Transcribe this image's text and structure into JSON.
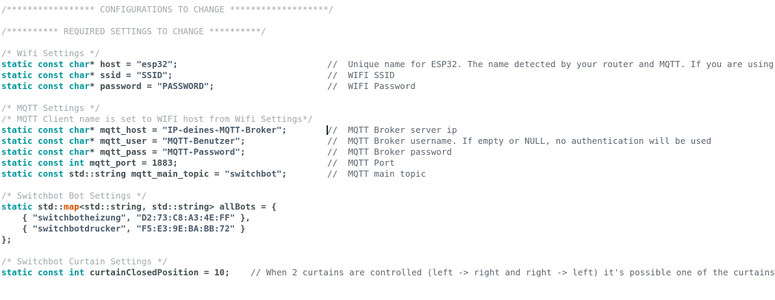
{
  "editor": {
    "language": "cpp",
    "theme": "arduino-light",
    "colors": {
      "background": "#ffffff",
      "keyword": "#00979c",
      "comment_faint": "#a0a8ac",
      "comment": "#5c6670",
      "identifier": "#434f54",
      "string": "#4a5b6b",
      "builtin": "#d35400",
      "caret": "#1d2b2c"
    },
    "caret": {
      "line_index": 12,
      "column_label": "before-comment-slashes"
    }
  },
  "lines": [
    {
      "id": "line-1",
      "kind": "comment-banner",
      "text": "/***************** CONFIGURATIONS TO CHANGE *******************/"
    },
    {
      "id": "line-2",
      "kind": "blank",
      "text": ""
    },
    {
      "id": "line-3",
      "kind": "comment-banner",
      "text": "/********** REQUIRED SETTINGS TO CHANGE **********/"
    },
    {
      "id": "line-4",
      "kind": "blank",
      "text": ""
    },
    {
      "id": "line-5",
      "kind": "comment",
      "text": "/* Wifi Settings */"
    },
    {
      "id": "line-6",
      "kind": "declaration",
      "keyword": "static const char",
      "pointer": "*",
      "name": "host",
      "operator": "=",
      "value": "\"esp32\"",
      "terminator": ";",
      "comment": "//  Unique name for ESP32. The name detected by your router and MQTT. If you are using"
    },
    {
      "id": "line-7",
      "kind": "declaration",
      "keyword": "static const char",
      "pointer": "*",
      "name": "ssid",
      "operator": "=",
      "value": "\"SSID\"",
      "terminator": ";",
      "comment": "//  WIFI SSID"
    },
    {
      "id": "line-8",
      "kind": "declaration",
      "keyword": "static const char",
      "pointer": "*",
      "name": "password",
      "operator": "=",
      "value": "\"PASSWORD\"",
      "terminator": ";",
      "comment": "//  WIFI Password"
    },
    {
      "id": "line-9",
      "kind": "blank",
      "text": ""
    },
    {
      "id": "line-10",
      "kind": "comment",
      "text": "/* MQTT Settings */"
    },
    {
      "id": "line-11",
      "kind": "comment",
      "text": "/* MQTT Client name is set to WIFI host from Wifi Settings*/"
    },
    {
      "id": "line-12",
      "kind": "declaration",
      "keyword": "static const char",
      "pointer": "*",
      "name": "mqtt_host",
      "operator": "=",
      "value": "\"IP-deines-MQTT-Broker\"",
      "terminator": ";",
      "comment": "//  MQTT Broker server ip"
    },
    {
      "id": "line-13",
      "kind": "declaration",
      "keyword": "static const char",
      "pointer": "*",
      "name": "mqtt_user",
      "operator": "=",
      "value": "\"MQTT-Benutzer\"",
      "terminator": ";",
      "comment": "//  MQTT Broker username. If empty or NULL, no authentication will be used"
    },
    {
      "id": "line-14",
      "kind": "declaration",
      "keyword": "static const char",
      "pointer": "*",
      "name": "mqtt_pass",
      "operator": "=",
      "value": "\"MQTT-Password\"",
      "terminator": ";",
      "comment": "//  MQTT Broker password"
    },
    {
      "id": "line-15",
      "kind": "declaration",
      "keyword": "static const int",
      "pointer": "",
      "name": "mqtt_port",
      "operator": "=",
      "value": "1883",
      "terminator": ";",
      "comment": "//  MQTT Port"
    },
    {
      "id": "line-16",
      "kind": "declaration-stdstring",
      "keyword": "static const",
      "type": "std::string",
      "name": "mqtt_main_topic",
      "operator": "=",
      "value": "\"switchbot\"",
      "terminator": ";",
      "comment": "//  MQTT main topic"
    },
    {
      "id": "line-17",
      "kind": "blank",
      "text": ""
    },
    {
      "id": "line-18",
      "kind": "comment",
      "text": "/* Switchbot Bot Settings */"
    },
    {
      "id": "line-19",
      "kind": "map-declaration",
      "keyword": "static",
      "namespace": "std::",
      "builtin": "map",
      "generic": "<std::string, std::string>",
      "name": "allBots",
      "operator": "=",
      "brace": "{"
    },
    {
      "id": "line-20",
      "kind": "map-entry",
      "indent": "    ",
      "open": "{ ",
      "key": "\"switchbotheizung\"",
      "sep": ", ",
      "value": "\"D2:73:C8:A3:4E:FF\"",
      "close": " },"
    },
    {
      "id": "line-21",
      "kind": "map-entry",
      "indent": "    ",
      "open": "{ ",
      "key": "\"switchbotdrucker\"",
      "sep": ", ",
      "value": "\"F5:E3:9E:BA:BB:72\"",
      "close": " }"
    },
    {
      "id": "line-22",
      "kind": "plain",
      "text": "};"
    },
    {
      "id": "line-23",
      "kind": "blank",
      "text": ""
    },
    {
      "id": "line-24",
      "kind": "comment",
      "text": "/* Switchbot Curtain Settings */"
    },
    {
      "id": "line-25",
      "kind": "declaration-inline-comment",
      "keyword": "static const int",
      "name": "curtainClosedPosition",
      "operator": "=",
      "value": "10",
      "terminator": ";",
      "comment": "// When 2 curtains are controlled (left -> right and right -> left) it's possible one of the curtains"
    }
  ]
}
